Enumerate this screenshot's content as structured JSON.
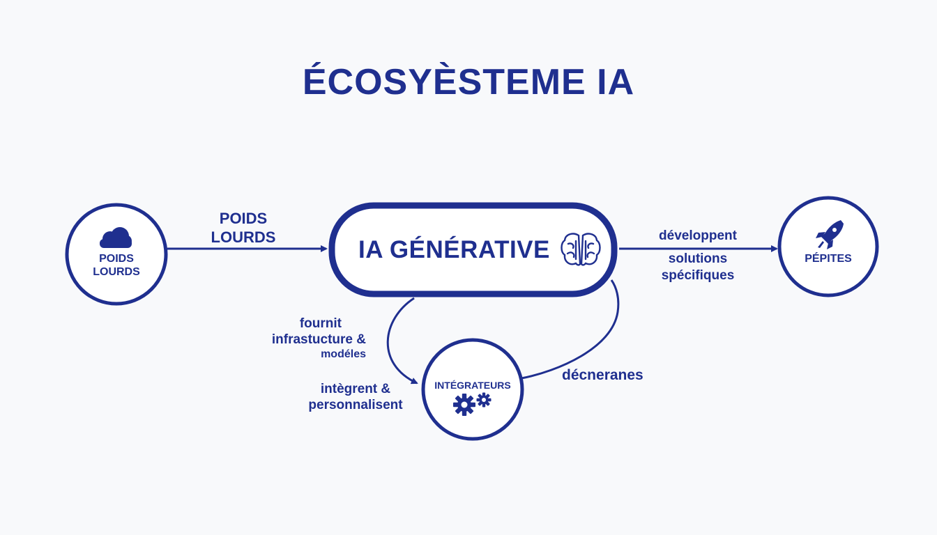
{
  "title": "ÉCOSYÈSTEME IA",
  "nodes": {
    "poids_lourds": {
      "line1": "POIDS",
      "line2": "LOURDS",
      "icon": "cloud-icon"
    },
    "ia_generative": {
      "label": "IA GÉNÉRATIVE",
      "icon": "brain-icon"
    },
    "pepites": {
      "label": "PÉPITES",
      "icon": "rocket-icon"
    },
    "integrateurs": {
      "label": "INTÉGRATEURS",
      "icon": "gears-icon"
    }
  },
  "edges": {
    "poids_lourds_to_ia": {
      "line1": "POIDS",
      "line2": "LOURDS"
    },
    "ia_to_pepites": {
      "line1": "développent",
      "line2": "solutions",
      "line3": "spécifiques"
    },
    "ia_to_integrateurs": {
      "line1": "fournit",
      "line2": "infrastucture &",
      "line3": "modéles"
    },
    "integrateurs_note": {
      "line1": "intègrent &",
      "line2": "personnalisent"
    },
    "integrateurs_to_ia": {
      "label": "décneranes"
    }
  },
  "colors": {
    "primary": "#1f2f8f",
    "background": "#f8f9fb"
  }
}
